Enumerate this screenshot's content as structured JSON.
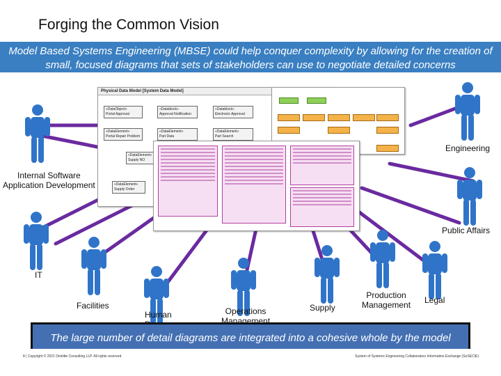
{
  "title": "Forging the Common Vision",
  "banner_text": "Model Based Systems Engineering (MBSE) could help conquer complexity by allowing for the creation of small, focused diagrams that sets of stakeholders can use to negotiate detailed concerns",
  "diagram": {
    "window1_title": "Physical Data Model",
    "window1_subtitle": "[System Data Model]",
    "boxes": [
      {
        "label": "«DataObject»",
        "sub": "Portal Approval"
      },
      {
        "label": "«Datablock»",
        "sub": "Approval Notification"
      },
      {
        "label": "«Datablock»",
        "sub": "Electronic Approval"
      },
      {
        "label": "«DataElement»",
        "sub": "Portal Repair Problem"
      },
      {
        "label": "«DataElement»",
        "sub": "Part Data"
      },
      {
        "label": "«DataElement»",
        "sub": "Part Search"
      },
      {
        "label": "«DataElement»",
        "sub": "Supply NO"
      },
      {
        "label": "«DataElement»",
        "sub": "Supply Order"
      }
    ]
  },
  "stakeholders": {
    "engineering": "Engineering",
    "internal_software": "Internal Software\nApplication Development",
    "public_affairs": "Public Affairs",
    "it": "IT",
    "facilities": "Facilities",
    "human_resources": "Human\nResources",
    "operations_management": "Operations\nManagement",
    "supply": "Supply",
    "production_management": "Production\nManagement",
    "legal": "Legal"
  },
  "bottom_banner": "The large number of detail diagrams are integrated into a cohesive whole by the model",
  "footer_left": "8  |  Copyright © 2021 Deloitte Consulting LLP. All rights reserved",
  "footer_right": "System of Systems Engineering Collaborators Information Exchange (SoSECIE)",
  "colors": {
    "banner": "#3a7fc1",
    "connector": "#6a2aa0",
    "person": "#2f74c8",
    "bottom_banner": "#4470b3"
  }
}
